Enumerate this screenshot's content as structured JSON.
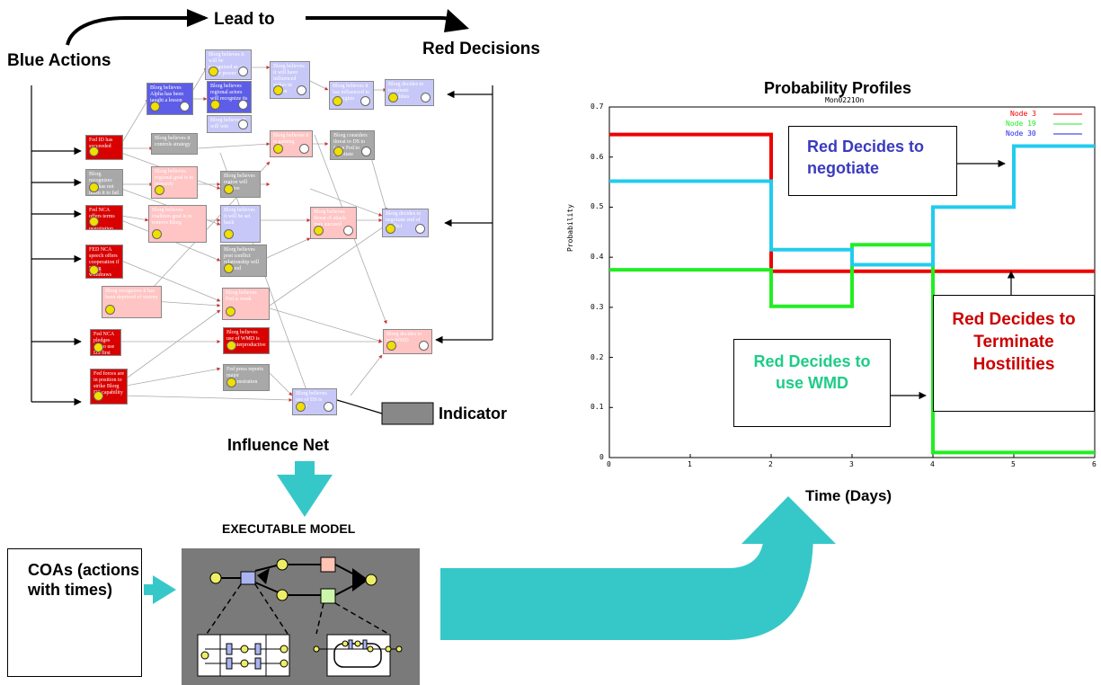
{
  "labels": {
    "lead_to": "Lead to",
    "blue_actions": "Blue Actions",
    "red_decisions": "Red Decisions",
    "probability_profiles": "Probability Profiles",
    "influence_net": "Influence Net",
    "indicator": "Indicator",
    "executable_model": "EXECUTABLE MODEL",
    "coas": "COAs (actions with times)",
    "time_days": "Time (Days)"
  },
  "callouts": {
    "negotiate": "Red Decides to negotiate",
    "wmd": "Red Decides to use WMD",
    "terminate": "Red Decides to Terminate Hostilities"
  },
  "colors": {
    "arrow_teal": "#36c8c8",
    "node3": "#ee0000",
    "node19": "#22ee22",
    "node30": "#22ccee",
    "negotiate_text": "#3a3ac0",
    "wmd_text": "#1ecc88",
    "terminate_text": "#cc0000"
  },
  "chart_data": {
    "type": "line",
    "title": "Mon0221On",
    "xlabel": "",
    "ylabel": "Probability",
    "xlim": [
      0,
      6
    ],
    "ylim": [
      0,
      0.7
    ],
    "x_ticks": [
      "0",
      "1",
      "2",
      "3",
      "4",
      "5",
      "6"
    ],
    "y_ticks": [
      "0",
      "0.1",
      "0.2",
      "0.3",
      "0.4",
      "0.5",
      "0.6",
      "0.7"
    ],
    "legend_position": "top-right",
    "series": [
      {
        "name": "Node 3",
        "color": "#ee0000",
        "x": [
          0,
          2,
          2,
          6
        ],
        "y": [
          0.645,
          0.645,
          0.372,
          0.372
        ]
      },
      {
        "name": "Node 19",
        "color": "#22ee22",
        "x": [
          0,
          2,
          2,
          3,
          3,
          4,
          4,
          6
        ],
        "y": [
          0.375,
          0.375,
          0.302,
          0.302,
          0.425,
          0.425,
          0.01,
          0.01
        ]
      },
      {
        "name": "Node 30",
        "color": "#22ccee",
        "x": [
          0,
          2,
          2,
          3,
          3,
          4,
          4,
          5,
          5,
          6
        ],
        "y": [
          0.552,
          0.552,
          0.415,
          0.415,
          0.385,
          0.385,
          0.5,
          0.5,
          0.622,
          0.622
        ]
      }
    ]
  },
  "nodes": [
    {
      "text": "Blorg believes it will be recognized as a major power",
      "color": "lav"
    },
    {
      "text": "Blorg believes it will have influenced stakes in region",
      "color": "lav"
    },
    {
      "text": "Blorg believes Alpha has been taught a lesson",
      "color": "blue"
    },
    {
      "text": "Blorg believes regional actors will recognize its role",
      "color": "blue"
    },
    {
      "text": "Blorg believes it has influenced in the region",
      "color": "lav"
    },
    {
      "text": "Blorg decides to terminate hostilities",
      "color": "lav"
    },
    {
      "text": "Blorg believes it will win",
      "color": "lav"
    },
    {
      "text": "Fed ID has succeeded",
      "color": "red"
    },
    {
      "text": "Blorg believes it controls strategy",
      "color": "gray"
    },
    {
      "text": "Blorg considers threat to DS to force Fed to negotiate",
      "color": "gray"
    },
    {
      "text": "Blorg recognizes Fed has not taken it to fail",
      "color": "gray"
    },
    {
      "text": "Blorg believes regional goal is in jeopardy",
      "color": "pink"
    },
    {
      "text": "Blorg believes region will survive",
      "color": "gray"
    },
    {
      "text": "Blorg believes it is gaining",
      "color": "pink"
    },
    {
      "text": "Fed NCA offers terms for negotiation",
      "color": "red"
    },
    {
      "text": "Blorg believes coalition goal is to remove Blorg",
      "color": "pink"
    },
    {
      "text": "Blorg believes it will be set back",
      "color": "lav"
    },
    {
      "text": "Blorg believes threat of attack may succeed",
      "color": "pink"
    },
    {
      "text": "Blorg decides to negotiate end of conflict",
      "color": "lav"
    },
    {
      "text": "FED NCA speech offers cooperation if Blorg withdraws",
      "color": "red"
    },
    {
      "text": "Blorg believes post conflict relationship will be good",
      "color": "gray"
    },
    {
      "text": "Blorg recognizes it has been deprived of victory",
      "color": "pink"
    },
    {
      "text": "Blorg believes Fed is weak",
      "color": "pink"
    },
    {
      "text": "Fed NCA pledges not to use DS first",
      "color": "red"
    },
    {
      "text": "Blorg believes use of WMD is counterproductive",
      "color": "red"
    },
    {
      "text": "Blorg decides to use WMD",
      "color": "pink"
    },
    {
      "text": "Fed forces are in position to strike Blorg DS capability",
      "color": "red"
    },
    {
      "text": "Fed press reports major demonstration",
      "color": "gray"
    },
    {
      "text": "Blorg believes use of DS is futile",
      "color": "lav"
    }
  ]
}
